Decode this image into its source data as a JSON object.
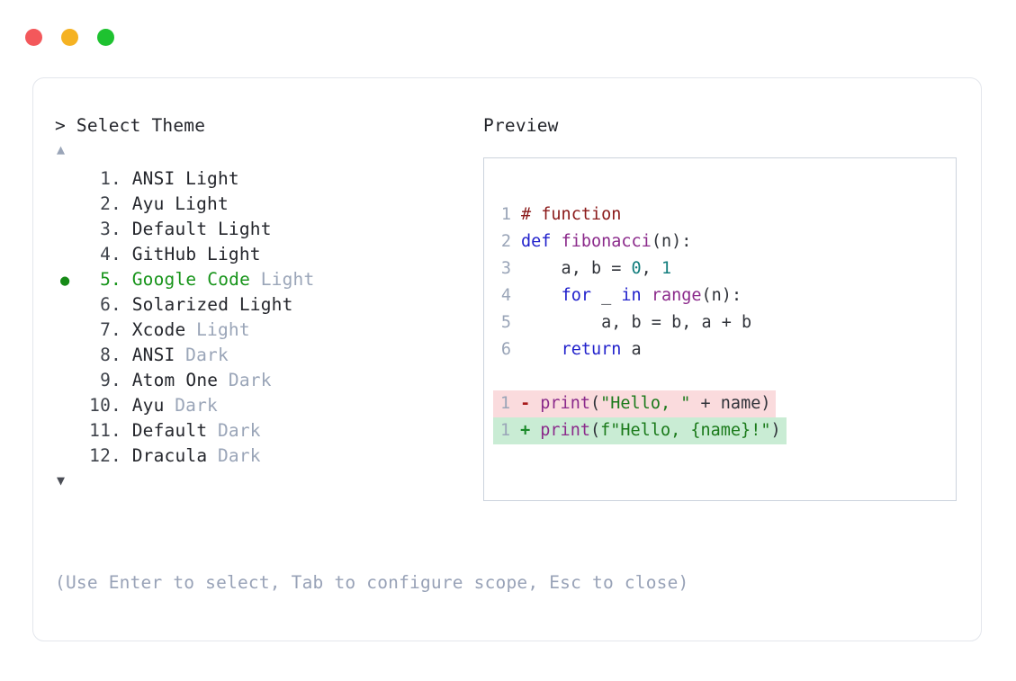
{
  "window": {
    "traffic_lights": [
      {
        "name": "close",
        "color": "#f3585b"
      },
      {
        "name": "minimize",
        "color": "#f5b222"
      },
      {
        "name": "maximize",
        "color": "#1ec230"
      }
    ]
  },
  "picker": {
    "prompt": "> Select Theme",
    "scroll_up": "▲",
    "scroll_down": "▼",
    "selected_index": 5,
    "bullet": "●",
    "items": [
      {
        "num": "1.",
        "name": "ANSI",
        "suffix": "Light",
        "selected": false,
        "dim_suffix": false
      },
      {
        "num": "2.",
        "name": "Ayu",
        "suffix": "Light",
        "selected": false,
        "dim_suffix": false
      },
      {
        "num": "3.",
        "name": "Default",
        "suffix": "Light",
        "selected": false,
        "dim_suffix": false
      },
      {
        "num": "4.",
        "name": "GitHub",
        "suffix": "Light",
        "selected": false,
        "dim_suffix": false
      },
      {
        "num": "5.",
        "name": "Google Code",
        "suffix": "Light",
        "selected": true,
        "dim_suffix": true
      },
      {
        "num": "6.",
        "name": "Solarized",
        "suffix": "Light",
        "selected": false,
        "dim_suffix": false
      },
      {
        "num": "7.",
        "name": "Xcode",
        "suffix": "Light",
        "selected": false,
        "dim_suffix": true
      },
      {
        "num": "8.",
        "name": "ANSI",
        "suffix": "Dark",
        "selected": false,
        "dim_suffix": true
      },
      {
        "num": "9.",
        "name": "Atom One",
        "suffix": "Dark",
        "selected": false,
        "dim_suffix": true
      },
      {
        "num": "10.",
        "name": "Ayu",
        "suffix": "Dark",
        "selected": false,
        "dim_suffix": true
      },
      {
        "num": "11.",
        "name": "Default",
        "suffix": "Dark",
        "selected": false,
        "dim_suffix": true
      },
      {
        "num": "12.",
        "name": "Dracula",
        "suffix": "Dark",
        "selected": false,
        "dim_suffix": true
      }
    ]
  },
  "hint": "(Use Enter to select, Tab to configure scope, Esc to close)",
  "preview": {
    "label": "Preview",
    "code_lines": [
      {
        "num": "1",
        "tokens": [
          {
            "t": "# function",
            "c": "comment"
          }
        ]
      },
      {
        "num": "2",
        "tokens": [
          {
            "t": "def",
            "c": "keyword"
          },
          {
            "t": " ",
            "c": "plain"
          },
          {
            "t": "fibonacci",
            "c": "function"
          },
          {
            "t": "(n):",
            "c": "punct"
          }
        ]
      },
      {
        "num": "3",
        "tokens": [
          {
            "t": "    a, b = ",
            "c": "plain"
          },
          {
            "t": "0",
            "c": "number"
          },
          {
            "t": ", ",
            "c": "plain"
          },
          {
            "t": "1",
            "c": "number"
          }
        ]
      },
      {
        "num": "4",
        "tokens": [
          {
            "t": "    ",
            "c": "plain"
          },
          {
            "t": "for",
            "c": "keyword"
          },
          {
            "t": " _ ",
            "c": "plain"
          },
          {
            "t": "in",
            "c": "keyword"
          },
          {
            "t": " ",
            "c": "plain"
          },
          {
            "t": "range",
            "c": "builtin"
          },
          {
            "t": "(n):",
            "c": "punct"
          }
        ]
      },
      {
        "num": "5",
        "tokens": [
          {
            "t": "        a, b = b, a + b",
            "c": "plain"
          }
        ]
      },
      {
        "num": "6",
        "tokens": [
          {
            "t": "    ",
            "c": "plain"
          },
          {
            "t": "return",
            "c": "keyword"
          },
          {
            "t": " a",
            "c": "plain"
          }
        ]
      }
    ],
    "diff_lines": [
      {
        "num": "1",
        "mark": "-",
        "kind": "removed",
        "tokens": [
          {
            "t": "print",
            "c": "builtin"
          },
          {
            "t": "(",
            "c": "punct"
          },
          {
            "t": "\"Hello, \"",
            "c": "string"
          },
          {
            "t": " + name)",
            "c": "plain"
          }
        ]
      },
      {
        "num": "1",
        "mark": "+",
        "kind": "added",
        "tokens": [
          {
            "t": "print",
            "c": "builtin"
          },
          {
            "t": "(",
            "c": "punct"
          },
          {
            "t": "f\"Hello, {name}!\"",
            "c": "string"
          },
          {
            "t": ")",
            "c": "punct"
          }
        ]
      }
    ]
  },
  "colors": {
    "accent_green": "#17941a",
    "diff_removed_bg": "#fadbdd",
    "diff_added_bg": "#c9ecd4",
    "muted": "#9aa5b8",
    "text": "#24262c"
  }
}
